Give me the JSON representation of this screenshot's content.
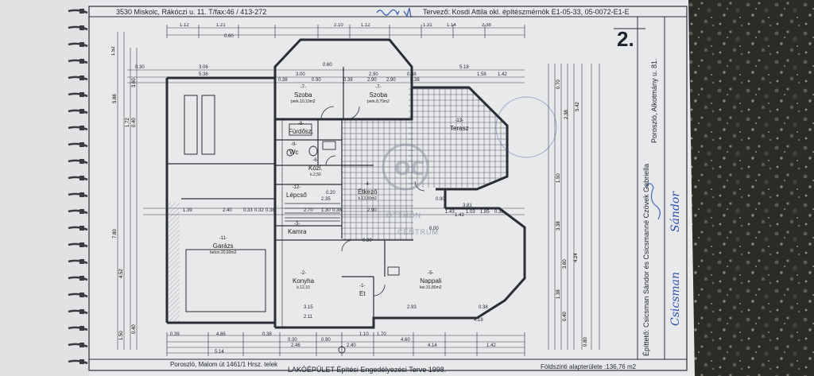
{
  "header": {
    "address": "3530 Miskolc, Rákóczi u. 11. T/fax:46 / 413-272",
    "designer": "Tervező: Kosdi Attila okl. építészmérnök E1-05-33, 05-0072-E1-E"
  },
  "sheet_number": "2.",
  "footer": {
    "location": "Poroszló, Malom út 1461/1 Hrsz. telek",
    "title": "LAKÓÉPÜLET Építési Engedélyezési Terve 1998.",
    "floor_area": "Földszinti alapterülete :136,76 m2"
  },
  "right_side": {
    "client": "Építtető: Csicsman Sándor és Csicsmanné Czövek Gabriella",
    "address": "Poroszló, Alkotmány u. 81.",
    "handwritten": [
      "Csicsman",
      "Sándor"
    ]
  },
  "watermark": {
    "line1": "OTTHON",
    "line2": "CENTRUM"
  },
  "rooms": [
    {
      "num": "-7-",
      "name": "Szoba",
      "area": "perk.10,10m2"
    },
    {
      "num": "-7-",
      "name": "Szoba",
      "area": "perk.8,70m2"
    },
    {
      "num": "-8-",
      "name": "Fürdősz.",
      "area": ""
    },
    {
      "num": "-9-",
      "name": "Wc",
      "area": ""
    },
    {
      "num": "-6-",
      "name": "Közl.",
      "area": "k.2,50"
    },
    {
      "num": "-13-",
      "name": "Terasz",
      "area": ""
    },
    {
      "num": "-12-",
      "name": "Lépcső",
      "area": ""
    },
    {
      "num": "-4-",
      "name": "Étkező",
      "area": "k.13,50m2"
    },
    {
      "num": "-11-",
      "name": "Garázs",
      "area": "beton.20,60m2"
    },
    {
      "num": "-3-",
      "name": "Kamra",
      "area": ""
    },
    {
      "num": "-2-",
      "name": "Konyha",
      "area": "k.12,10"
    },
    {
      "num": "-1-",
      "name": "Et",
      "area": ""
    },
    {
      "num": "-5-",
      "name": "Nappali",
      "area": "ker.31,80m2"
    }
  ],
  "dims": {
    "top": [
      "1.12",
      "1.21",
      "2.10",
      "1.12",
      "1.31",
      "1.14",
      "2.38"
    ],
    "upper": [
      "0.30",
      "3.06",
      "5.36",
      "3.00",
      "0.38",
      "0.90",
      "2.90",
      "0.38",
      "5.18",
      "1.58",
      "1.42"
    ],
    "garage_row": [
      "1.39",
      "2.40",
      "0.33",
      "0.32",
      "0.38",
      "2.70",
      "1.30",
      "0.38",
      "3.81",
      "1.43",
      "1.03",
      "1.85",
      "0.38"
    ],
    "nappali_row": [
      "6.00",
      "2.93",
      "0.38",
      "2.90"
    ],
    "bottom": [
      "0.39",
      "4.86",
      "0.38",
      "0.30",
      "2.46",
      "0.90",
      "4.60",
      "2.40",
      "1.10",
      "1.70",
      "4.14",
      "1.42"
    ],
    "bottom_total": "5.14",
    "left": [
      "1.52",
      "3.60",
      "5.86",
      "7.80",
      "4.52",
      "0.40",
      "1.72",
      "0.40",
      "1.50"
    ],
    "right": [
      "0.70",
      "5.42",
      "2.38",
      "1.50",
      "3.38",
      "3.60",
      "4.24",
      "1.38",
      "0.40",
      "0.80"
    ],
    "stairs_small": [
      "0.60",
      "2.90",
      "2.90",
      "0.38"
    ],
    "misc": [
      "0.60",
      "0.38",
      "0.90",
      "0.20",
      "1.43",
      "4.18",
      "3.15",
      "0.30",
      "2.11",
      "2.35"
    ]
  },
  "colors": {
    "paper": "#eeeff0",
    "ink": "#2a2d36",
    "text": "#1f2330",
    "bg": "#2c2b27",
    "blue": "#2a4fae"
  }
}
